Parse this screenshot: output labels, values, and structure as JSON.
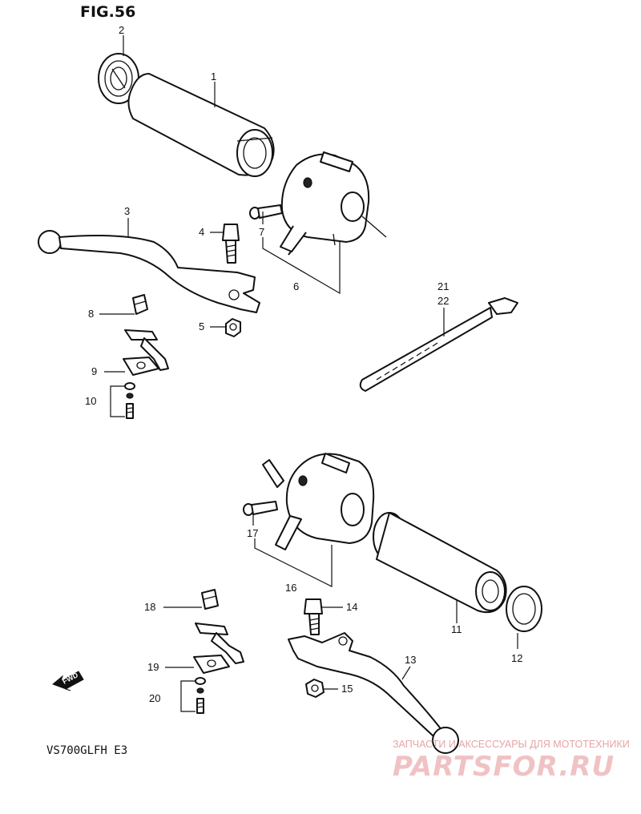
{
  "figure": {
    "title": "FIG.56",
    "model": "VS700GLFH  E3"
  },
  "callouts": [
    {
      "id": "c1",
      "text": "1"
    },
    {
      "id": "c2",
      "text": "2"
    },
    {
      "id": "c3",
      "text": "3"
    },
    {
      "id": "c4",
      "text": "4"
    },
    {
      "id": "c5",
      "text": "5"
    },
    {
      "id": "c6",
      "text": "6"
    },
    {
      "id": "c7",
      "text": "7"
    },
    {
      "id": "c8",
      "text": "8"
    },
    {
      "id": "c9",
      "text": "9"
    },
    {
      "id": "c10",
      "text": "10"
    },
    {
      "id": "c11",
      "text": "11"
    },
    {
      "id": "c12",
      "text": "12"
    },
    {
      "id": "c13",
      "text": "13"
    },
    {
      "id": "c14",
      "text": "14"
    },
    {
      "id": "c15",
      "text": "15"
    },
    {
      "id": "c16",
      "text": "16"
    },
    {
      "id": "c17",
      "text": "17"
    },
    {
      "id": "c18",
      "text": "18"
    },
    {
      "id": "c19",
      "text": "19"
    },
    {
      "id": "c20",
      "text": "20"
    },
    {
      "id": "c21",
      "text": "21"
    },
    {
      "id": "c22",
      "text": "22"
    }
  ],
  "direction_marker": {
    "text": "FWD"
  },
  "watermark": {
    "tagline": "ЗАПЧАСТИ И АКСЕССУАРЫ ДЛЯ МОТОТЕХНИКИ",
    "brand": "PARTSFOR.RU",
    "color": "#e7a4a6"
  }
}
